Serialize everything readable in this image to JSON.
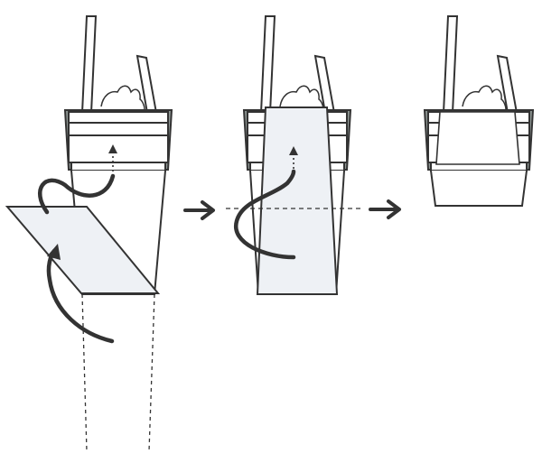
{
  "diagram": {
    "type": "three-step-instruction",
    "text": [],
    "steps": [
      {
        "id": "step-1",
        "action": "insert-sheet",
        "icons": [
          "stick-icon",
          "container-icon",
          "sheet-icon",
          "curved-arrow-icon",
          "dotted-arrow-icon",
          "dashed-guide-line"
        ]
      },
      {
        "id": "step-2",
        "action": "sheet-inserted",
        "icons": [
          "stick-icon",
          "container-icon",
          "sheet-icon",
          "curved-arrow-icon",
          "dotted-arrow-icon",
          "dashed-cut-line"
        ]
      },
      {
        "id": "step-3",
        "action": "result",
        "icons": [
          "stick-icon",
          "container-icon",
          "sheet-icon"
        ]
      }
    ],
    "transitions": [
      "arrow-right-icon",
      "arrow-right-icon"
    ],
    "colors": {
      "outline": "#333333",
      "sheet_fill": "#eef1f5",
      "rim_shadow": "#8d9592",
      "background": "#ffffff",
      "arrow": "#333333"
    }
  }
}
